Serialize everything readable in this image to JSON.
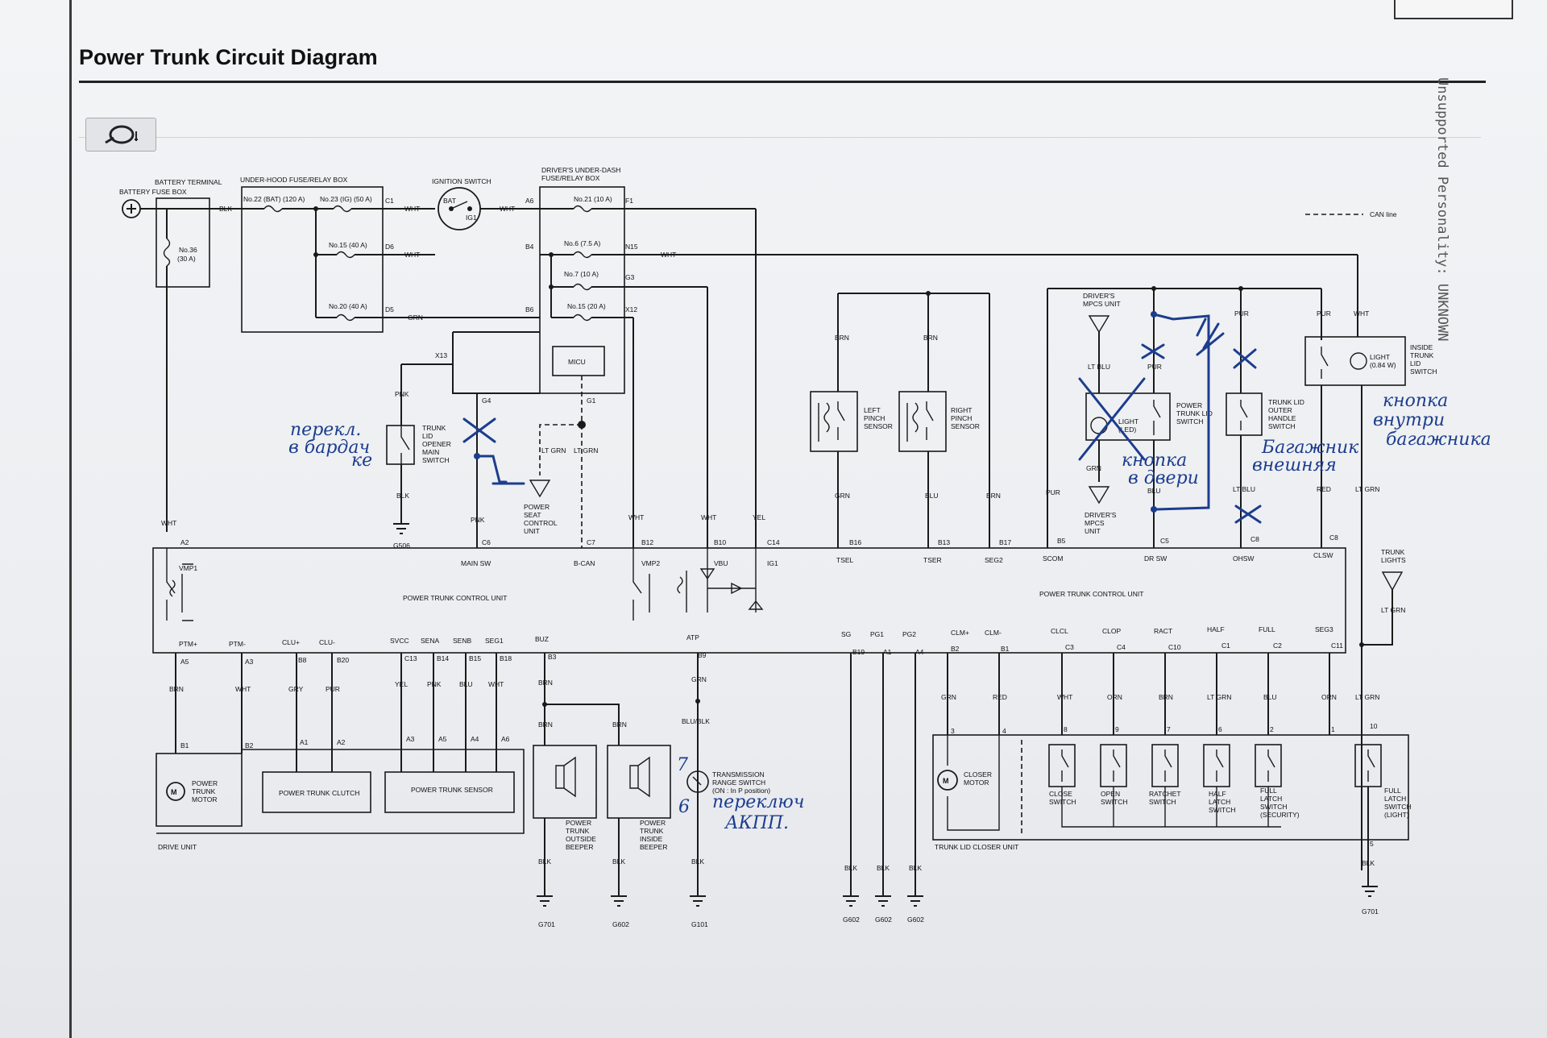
{
  "title": "Power Trunk Circuit Diagram",
  "watermark": "Unsupported Personality: UNKNOWN",
  "legend": {
    "can_line": "CAN line"
  },
  "fuse_boxes": {
    "battery_terminal": "BATTERY TERMINAL",
    "battery_fuse_box": "BATTERY FUSE BOX",
    "fuse_36": "No.36",
    "fuse_36_rating": "(30 A)",
    "under_hood": "UNDER-HOOD FUSE/RELAY BOX",
    "fuse_22": "No.22 (BAT) (120 A)",
    "fuse_23": "No.23 (IG) (50 A)",
    "fuse_15": "No.15 (40 A)",
    "fuse_20": "No.20 (40 A)",
    "ignition_switch": "IGNITION SWITCH",
    "ign_bat": "BAT",
    "ign_ig1": "IG1",
    "under_dash_1": "DRIVER'S UNDER-DASH",
    "under_dash_2": "FUSE/RELAY BOX",
    "fuse_21": "No.21 (10 A)",
    "fuse_6": "No.6 (7.5 A)",
    "fuse_7": "No.7 (10 A)",
    "fuse_15b": "No.15 (20 A)",
    "micu": "MICU"
  },
  "pins": {
    "c1": "C1",
    "d6": "D6",
    "d5": "D5",
    "a6": "A6",
    "b4": "B4",
    "b6": "B6",
    "f1": "F1",
    "n15": "N15",
    "g3": "G3",
    "x12": "X12",
    "x13": "X13",
    "g4": "G4",
    "g1": "G1",
    "a2": "A2",
    "c6": "C6",
    "c7": "C7",
    "b12": "B12",
    "b10": "B10",
    "c14": "C14",
    "b16": "B16",
    "b13": "B13",
    "b17": "B17",
    "b5": "B5",
    "c5": "C5",
    "c8": "C8",
    "c8b": "C8",
    "a5": "A5",
    "a3": "A3",
    "b8": "B8",
    "b20": "B20",
    "c13": "C13",
    "b14": "B14",
    "b15": "B15",
    "b18": "B18",
    "b3": "B3",
    "b9": "B9",
    "b19": "B19",
    "a1": "A1",
    "a4": "A4",
    "b2": "B2",
    "b1": "B1",
    "c3": "C3",
    "c4": "C4",
    "c10": "C10",
    "c1b": "C1",
    "c2": "C2",
    "c11": "C11",
    "n1": "1",
    "n2": "2",
    "n3": "3",
    "n4": "4",
    "n5": "5",
    "n6": "6",
    "n7": "7",
    "n8": "8",
    "n9": "9",
    "n10": "10"
  },
  "wire_colors": {
    "blk": "BLK",
    "wht": "WHT",
    "grn": "GRN",
    "pnk": "PNK",
    "ltgrn": "LT GRN",
    "yel": "YEL",
    "brn": "BRN",
    "pur": "PUR",
    "ltblu": "LT BLU",
    "blu": "BLU",
    "red": "RED",
    "gry": "GRY",
    "orn": "ORN",
    "blublk": "BLU/BLK"
  },
  "components": {
    "trunk_lid_opener": [
      "TRUNK",
      "LID",
      "OPENER",
      "MAIN",
      "SWITCH"
    ],
    "power_seat": [
      "POWER",
      "SEAT",
      "CONTROL",
      "UNIT"
    ],
    "left_pinch": [
      "LEFT",
      "PINCH",
      "SENSOR"
    ],
    "right_pinch": [
      "RIGHT",
      "PINCH",
      "SENSOR"
    ],
    "drivers_mpcs_top": [
      "DRIVER'S",
      "MPCS UNIT"
    ],
    "drivers_mpcs_bottom": [
      "DRIVER'S",
      "MPCS",
      "UNIT"
    ],
    "light_led": [
      "LIGHT",
      "(LED)"
    ],
    "power_trunk_lid_switch": [
      "POWER",
      "TRUNK LID",
      "SWITCH"
    ],
    "outer_handle": [
      "TRUNK LID",
      "OUTER",
      "HANDLE",
      "SWITCH"
    ],
    "inside_light": [
      "LIGHT",
      "(0.84 W)"
    ],
    "inside_switch": [
      "INSIDE",
      "TRUNK",
      "LID",
      "SWITCH"
    ],
    "trunk_lights": [
      "TRUNK",
      "LIGHTS"
    ],
    "ptcu": "POWER TRUNK CONTROL UNIT",
    "motor": [
      "POWER",
      "TRUNK",
      "MOTOR"
    ],
    "clutch": "POWER TRUNK CLUTCH",
    "sensor": "POWER TRUNK SENSOR",
    "drive_unit": "DRIVE UNIT",
    "outside_beeper": [
      "POWER",
      "TRUNK",
      "OUTSIDE",
      "BEEPER"
    ],
    "inside_beeper": [
      "POWER",
      "TRUNK",
      "INSIDE",
      "BEEPER"
    ],
    "range_switch": [
      "TRANSMISSION",
      "RANGE SWITCH",
      "(ON : In P position)"
    ],
    "closer_motor": [
      "CLOSER",
      "MOTOR"
    ],
    "close_sw": [
      "CLOSE",
      "SWITCH"
    ],
    "open_sw": [
      "OPEN",
      "SWITCH"
    ],
    "ratchet_sw": [
      "RATCHET",
      "SWITCH"
    ],
    "half_sw": [
      "HALF",
      "LATCH",
      "SWITCH"
    ],
    "full_sec": [
      "FULL",
      "LATCH",
      "SWITCH",
      "(SECURITY)"
    ],
    "full_light": [
      "FULL",
      "LATCH",
      "SWITCH",
      "(LIGHT)"
    ],
    "closer_unit": "TRUNK LID CLOSER UNIT"
  },
  "ptcu_terminals": {
    "vmp1": "VMP1",
    "main_sw": "MAIN SW",
    "bcan": "B-CAN",
    "vmp2": "VMP2",
    "vbu": "VBU",
    "ig1": "IG1",
    "tsel": "TSEL",
    "tser": "TSER",
    "seg2": "SEG2",
    "scom": "SCOM",
    "drsw": "DR SW",
    "ohsw": "OHSW",
    "clsw": "CLSW",
    "ptm_p": "PTM+",
    "ptm_m": "PTM-",
    "clu_p": "CLU+",
    "clu_m": "CLU-",
    "svcc": "SVCC",
    "sena": "SENA",
    "senb": "SENB",
    "seg1": "SEG1",
    "buz": "BUZ",
    "atp": "ATP",
    "sg": "SG",
    "pg1": "PG1",
    "pg2": "PG2",
    "clm_p": "CLM+",
    "clm_m": "CLM-",
    "clcl": "CLCL",
    "clop": "CLOP",
    "ract": "RACT",
    "half": "HALF",
    "full": "FULL",
    "seg3": "SEG3"
  },
  "grounds": {
    "g506": "G506",
    "g701": "G701",
    "g602": "G602",
    "g101": "G101"
  },
  "annotations": {
    "trunk_glovebox_1": "перекл.",
    "trunk_glovebox_2": "в бардач",
    "trunk_glovebox_3": "ке",
    "door_1": "кнопка",
    "door_2": "в двери",
    "handle_1": "Багажник",
    "handle_2": "внешняя",
    "inside_1": "кнопка",
    "inside_2": "внутри",
    "inside_3": "багажника",
    "akpp_1": "переключ",
    "akpp_2": "АКПП.",
    "num7": "7",
    "num6": "6"
  }
}
